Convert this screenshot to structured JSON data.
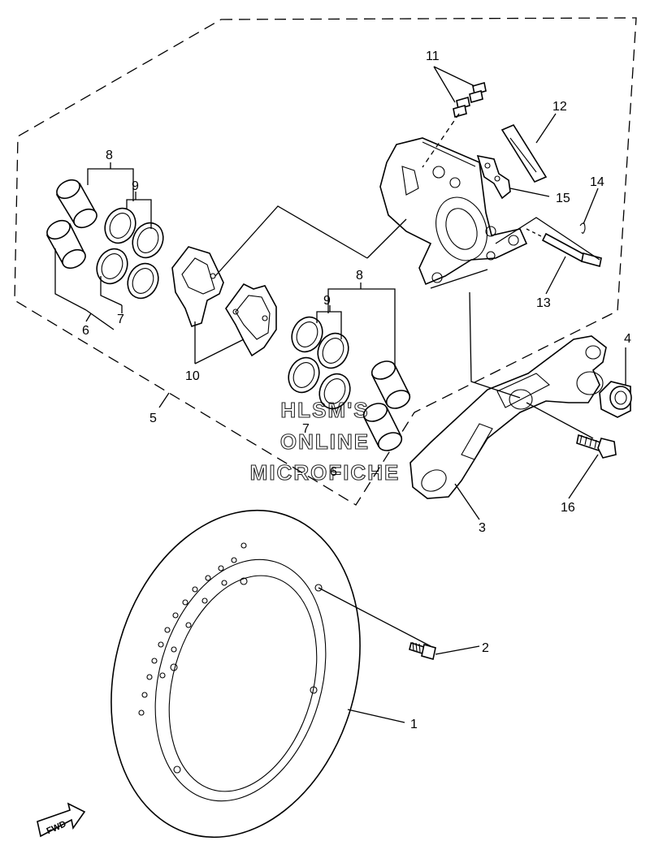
{
  "labels": {
    "p1": "1",
    "p2": "2",
    "p3": "3",
    "p4": "4",
    "p5": "5",
    "p6a": "6",
    "p6b": "6",
    "p7a": "7",
    "p7b": "7",
    "p8a": "8",
    "p8b": "8",
    "p9a": "9",
    "p9b": "9",
    "p10": "10",
    "p11": "11",
    "p12": "12",
    "p13": "13",
    "p14": "14",
    "p15": "15",
    "p16": "16"
  },
  "watermark": {
    "line1": "HLSM'S",
    "line2": "ONLINE",
    "line3": "MICROFICHE"
  },
  "fwd_label": "FWD"
}
